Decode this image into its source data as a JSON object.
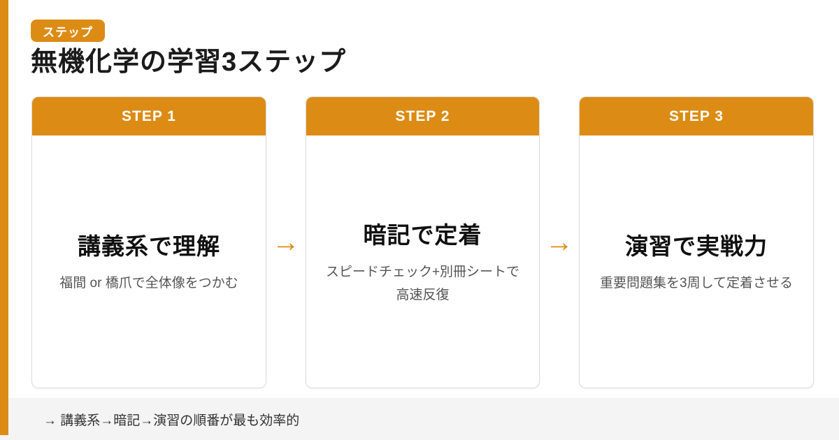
{
  "badge": {
    "label": "ステップ"
  },
  "title": "無機化学の学習3ステップ",
  "steps": [
    {
      "header": "STEP 1",
      "title": "講義系で理解",
      "subtitle": "福間 or 橋爪で全体像をつかむ"
    },
    {
      "header": "STEP 2",
      "title": "暗記で定着",
      "subtitle": "スピードチェック+別冊シートで高速反復"
    },
    {
      "header": "STEP 3",
      "title": "演習で実戦力",
      "subtitle": "重要問題集を3周して定着させる"
    }
  ],
  "arrow_glyph": "→",
  "footer": {
    "note": "→ 講義系→暗記→演習の順番が最も効率的"
  },
  "colors": {
    "accent": "#dc8c15",
    "footer_bg": "#f4f4f5",
    "card_border": "#dcdcdc",
    "title_color": "#1b1b1b",
    "subtitle_color": "#555555",
    "footer_text": "#333333"
  }
}
